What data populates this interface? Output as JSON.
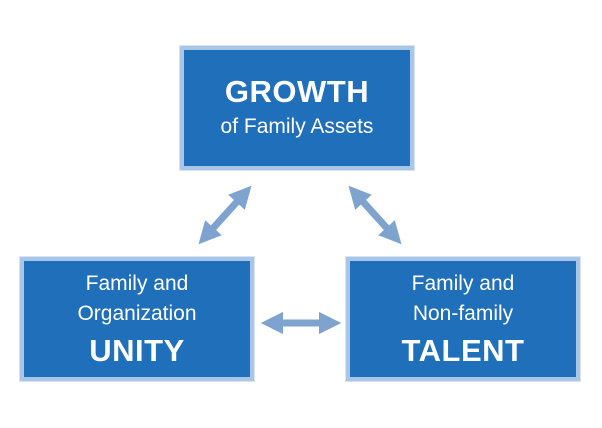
{
  "diagram": {
    "top_box": {
      "title": "GROWTH",
      "subtitle": "of Family Assets"
    },
    "left_box": {
      "line1": "Family and",
      "line2": "Organization",
      "title": "UNITY"
    },
    "right_box": {
      "line1": "Family and",
      "line2": "Non-family",
      "title": "TALENT"
    },
    "colors": {
      "box_fill": "#1f6fba",
      "box_border": "#a9c6e6",
      "arrow": "#7fa3cf",
      "text": "#ffffff"
    },
    "icons": [
      "double-arrow-icon"
    ]
  }
}
